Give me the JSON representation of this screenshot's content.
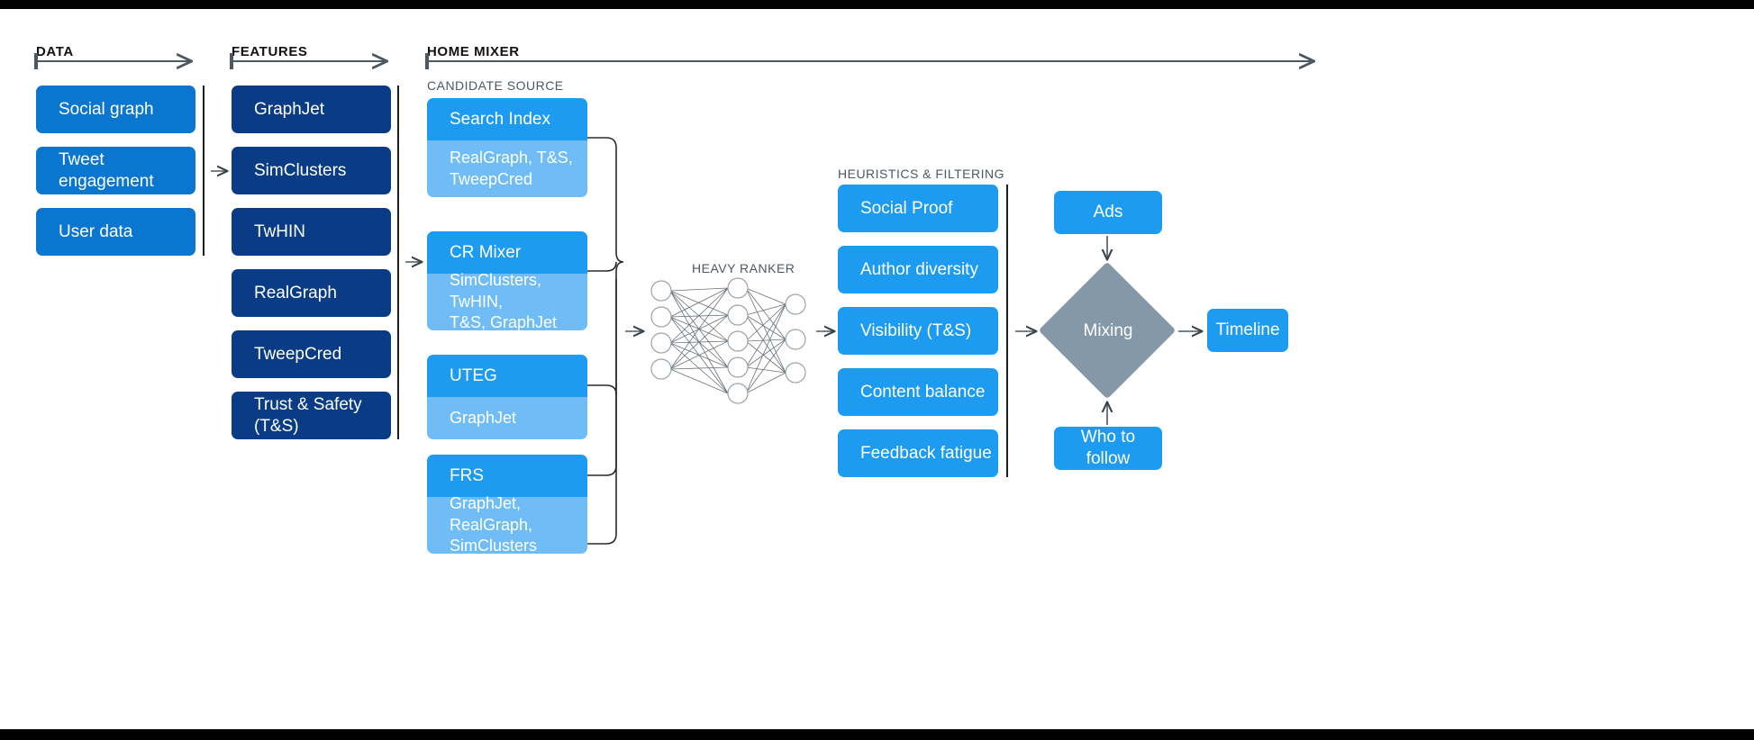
{
  "sections": {
    "data": {
      "title": "DATA"
    },
    "features": {
      "title": "FEATURES"
    },
    "home_mixer": {
      "title": "HOME MIXER"
    },
    "candidate_source": {
      "title": "CANDIDATE SOURCE"
    },
    "heavy_ranker": {
      "title": "HEAVY RANKER"
    },
    "heuristics": {
      "title": "HEURISTICS & FILTERING"
    }
  },
  "data_boxes": [
    {
      "label": "Social graph"
    },
    {
      "label": "Tweet engagement"
    },
    {
      "label": "User data"
    }
  ],
  "feature_boxes": [
    {
      "label": "GraphJet"
    },
    {
      "label": "SimClusters"
    },
    {
      "label": "TwHIN"
    },
    {
      "label": "RealGraph"
    },
    {
      "label": "TweepCred"
    },
    {
      "label": "Trust & Safety (T&S)"
    }
  ],
  "candidate_sources": [
    {
      "title": "Search Index",
      "features": "RealGraph, T&S,\nTweepCred"
    },
    {
      "title": "CR Mixer",
      "features": "SimClusters, TwHIN,\nT&S, GraphJet"
    },
    {
      "title": "UTEG",
      "features": "GraphJet"
    },
    {
      "title": "FRS",
      "features": "GraphJet, RealGraph,\nSimClusters"
    }
  ],
  "heuristic_boxes": [
    {
      "label": "Social Proof"
    },
    {
      "label": "Author diversity"
    },
    {
      "label": "Visibility (T&S)"
    },
    {
      "label": "Content balance"
    },
    {
      "label": "Feedback fatigue"
    }
  ],
  "outputs": {
    "ads": "Ads",
    "mixing": "Mixing",
    "who_to_follow": "Who to follow",
    "timeline": "Timeline"
  },
  "colors": {
    "data_blue": "#0b76d0",
    "feature_navy": "#0a3c86",
    "accent_blue": "#1d9bf0",
    "light_blue": "#6fbcf7",
    "diamond_gray": "#8598a8",
    "line_gray": "#4c5862"
  }
}
